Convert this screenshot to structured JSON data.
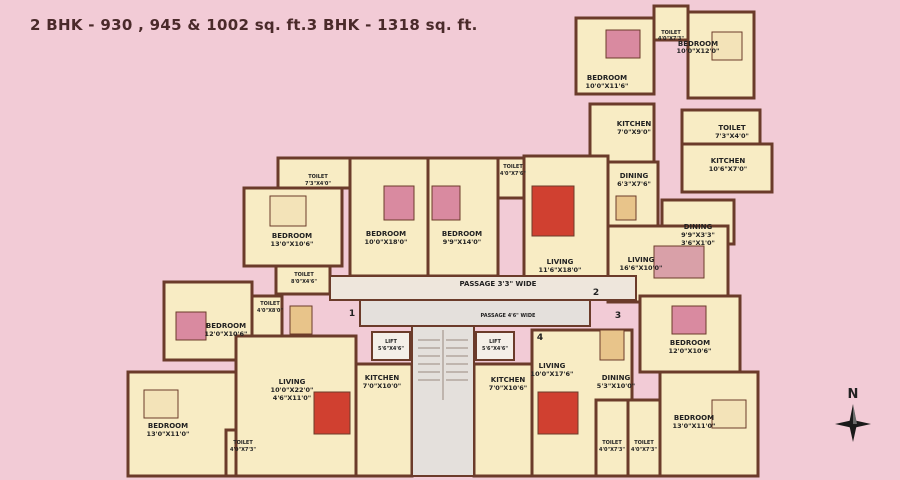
{
  "heading": "2 BHK - 930 , 945 & 1002 sq. ft.3 BHK - 1318 sq. ft.",
  "colors": {
    "background": "#f2cbd6",
    "floor": "#f8ecc4",
    "wall": "#6b3b2a",
    "bedroom_floor": "#f3e3b8",
    "bed": "#d98aa0",
    "rug": "#d04030",
    "common_area": "#e4e0dc"
  },
  "compass": {
    "label": "N"
  },
  "rooms": [
    {
      "name": "BEDROOM",
      "dim": "10'0\"X11'6\""
    },
    {
      "name": "TOILET",
      "dim": "4'0\"X7'3\""
    },
    {
      "name": "BEDROOM",
      "dim": "10'0\"X12'0\""
    },
    {
      "name": "KITCHEN",
      "dim": "7'0\"X9'0\""
    },
    {
      "name": "TOILET",
      "dim": "7'3\"X4'0\""
    },
    {
      "name": "KITCHEN",
      "dim": "10'6\"X7'0\""
    },
    {
      "name": "DINING",
      "dim": "6'3\"X7'6\""
    },
    {
      "name": "DINING",
      "dim": "9'9\"X3'3\"",
      "dim2": "3'6\"X1'0\""
    },
    {
      "name": "TOILET",
      "dim": "7'3\"X4'0\""
    },
    {
      "name": "TOILET",
      "dim": "4'0\"X7'6\""
    },
    {
      "name": "BEDROOM",
      "dim": "13'0\"X10'6\""
    },
    {
      "name": "BEDROOM",
      "dim": "10'0\"X18'0\""
    },
    {
      "name": "BEDROOM",
      "dim": "9'9\"X14'0\""
    },
    {
      "name": "LIVING",
      "dim": "11'6\"X18'0\""
    },
    {
      "name": "LIVING",
      "dim": "16'6\"X10'0\""
    },
    {
      "name": "TOILET",
      "dim": "8'0\"X4'6\""
    },
    {
      "name": "TOILET",
      "dim": "4'0\"X8'0\""
    },
    {
      "name": "BEDROOM",
      "dim": "12'0\"X10'6\""
    },
    {
      "name": "BEDROOM",
      "dim": "12'0\"X10'6\""
    },
    {
      "name": "LIFT",
      "dim": "5'6\"X4'6\""
    },
    {
      "name": "LIFT",
      "dim": "5'6\"X4'6\""
    },
    {
      "name": "LIVING",
      "dim": "10'0\"X22'0\"",
      "dim2": "4'6\"X11'0\""
    },
    {
      "name": "KITCHEN",
      "dim": "7'0\"X10'0\""
    },
    {
      "name": "KITCHEN",
      "dim": "7'0\"X10'6\""
    },
    {
      "name": "LIVING",
      "dim": "10'0\"X17'6\""
    },
    {
      "name": "DINING",
      "dim": "5'3\"X10'0\""
    },
    {
      "name": "BEDROOM",
      "dim": "13'0\"X11'0\""
    },
    {
      "name": "BEDROOM",
      "dim": "13'0\"X11'0\""
    },
    {
      "name": "TOILET",
      "dim": "4'0\"X7'3\""
    },
    {
      "name": "TOILET",
      "dim": "4'0\"X7'3\""
    },
    {
      "name": "TOILET",
      "dim": "4'0\"X7'3\""
    }
  ],
  "passages": {
    "main": "PASSAGE 3'3\" WIDE",
    "lobby": "PASSAGE 4'6\" WIDE"
  },
  "markers": [
    "1",
    "2",
    "3",
    "4"
  ]
}
